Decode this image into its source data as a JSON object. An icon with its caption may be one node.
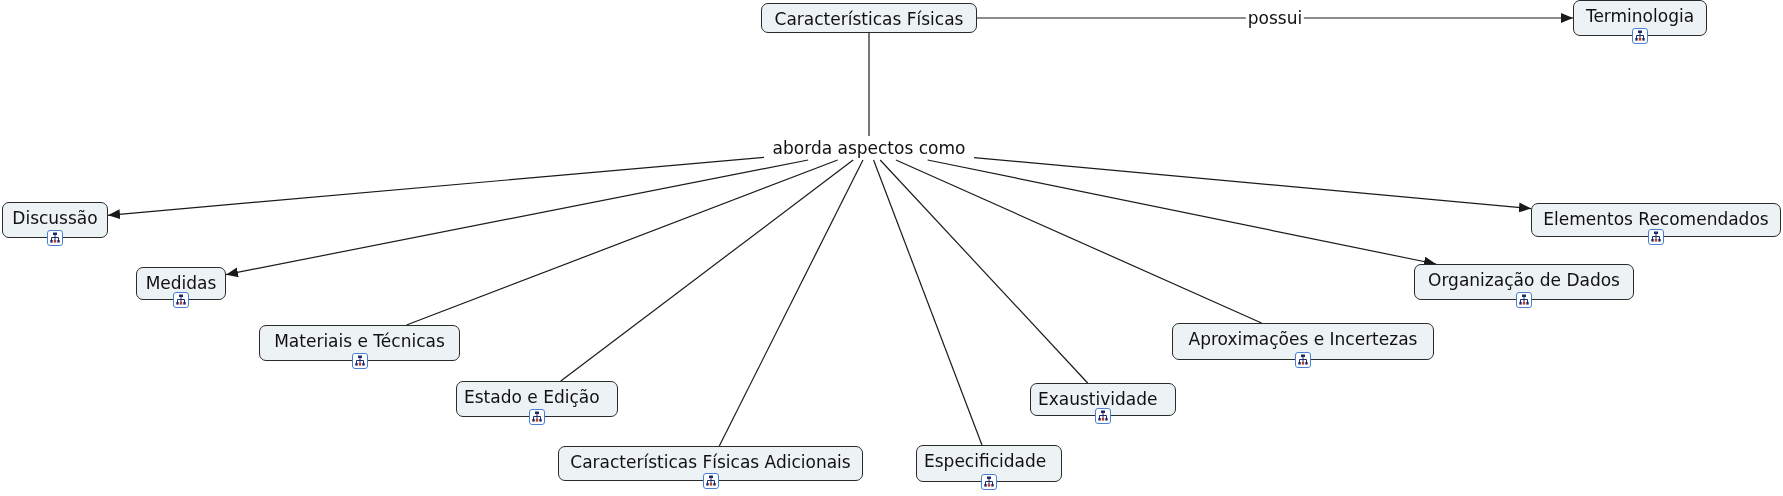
{
  "diagram": {
    "nodes": [
      {
        "text": [
          "Características Físicas"
        ]
      },
      {
        "text": [
          "Terminologia"
        ]
      },
      {
        "text": [
          "aborda aspectos como"
        ]
      },
      {
        "text": [
          "Discussão"
        ]
      },
      {
        "text": [
          "Elementos Recomendados"
        ]
      },
      {
        "text": [
          "Medidas"
        ]
      },
      {
        "text": [
          "Organização de Dados"
        ]
      },
      {
        "text": [
          "Materiais e Técnicas"
        ]
      },
      {
        "text": [
          "Aproximações e Incertezas"
        ]
      },
      {
        "text": [
          "Estado e Edição"
        ]
      },
      {
        "text": [
          "Exaustividade"
        ]
      },
      {
        "text": [
          "Características Físicas Adicionais"
        ]
      },
      {
        "text": [
          "Especificidade"
        ]
      }
    ],
    "edges": [
      {
        "from": 0,
        "to": 1,
        "label": "possui",
        "arrow": "to"
      },
      {
        "from": 0,
        "to": 2,
        "arrow": "none"
      },
      {
        "from": 2,
        "to": 3,
        "arrow": "to"
      },
      {
        "from": 2,
        "to": 4,
        "arrow": "to"
      },
      {
        "from": 2,
        "to": 5,
        "arrow": "to"
      },
      {
        "from": 2,
        "to": 6,
        "arrow": "to"
      },
      {
        "from": 2,
        "to": 7,
        "arrow": "none"
      },
      {
        "from": 2,
        "to": 8,
        "arrow": "none"
      },
      {
        "from": 2,
        "to": 9,
        "arrow": "none"
      },
      {
        "from": 2,
        "to": 10,
        "arrow": "none"
      },
      {
        "from": 2,
        "to": 11,
        "arrow": "none"
      },
      {
        "from": 2,
        "to": 12,
        "arrow": "none"
      }
    ]
  }
}
